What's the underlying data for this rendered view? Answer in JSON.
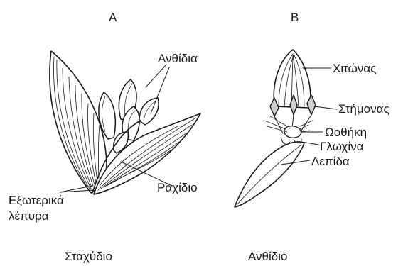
{
  "panels": {
    "a": "A",
    "b": "B"
  },
  "spikelet": {
    "flowers_label": "Ανθίδια",
    "rachilla_label": "Ραχίδιο",
    "outer_glumes_line1": "Εξωτερικά",
    "outer_glumes_line2": "λέπυρα",
    "caption": "Σταχύδιο"
  },
  "floret": {
    "palea_label": "Χιτώνας",
    "stamen_label": "Στήμονας",
    "ovary_label": "Ωοθήκη",
    "lodicule_label": "Γλωχίνα",
    "lemma_label": "Λεπίδα",
    "caption": "Ανθίδιο"
  },
  "colors": {
    "ink": "#1a1a1a",
    "background": "#ffffff"
  }
}
